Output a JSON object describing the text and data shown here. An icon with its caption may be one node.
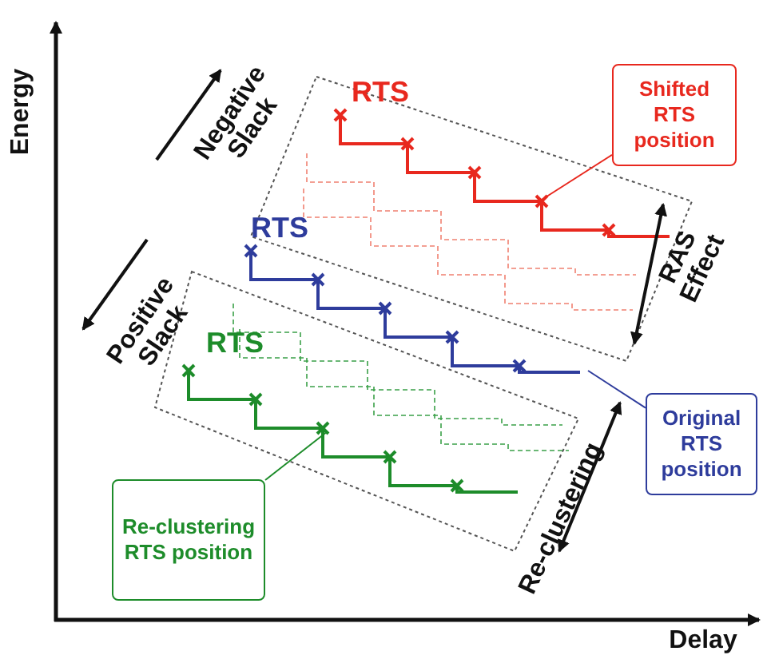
{
  "diagram": {
    "nodes": [
      {
        "text": [
          "Shifted RTS position"
        ]
      },
      {
        "text": [
          "Original RTS position"
        ]
      },
      {
        "text": [
          "Re-clustering RTS position"
        ]
      },
      {
        "text": [],
        "shape": "staircase",
        "beside": [
          "RTS"
        ]
      },
      {
        "text": [],
        "shape": "staircase",
        "beside": [
          "RTS"
        ]
      },
      {
        "text": [],
        "shape": "staircase",
        "beside": [
          "RTS"
        ]
      }
    ],
    "edges": [
      {
        "from": 0,
        "to": 3,
        "arrow": "none",
        "color": "#e8281e"
      },
      {
        "from": 1,
        "to": 4,
        "arrow": "none",
        "color": "#2e3c9c"
      },
      {
        "from": 2,
        "to": 5,
        "arrow": "none",
        "color": "#1d8c2a"
      }
    ],
    "labels": [
      "Energy",
      "Negative Slack",
      "Positive Slack",
      "RAS Effect",
      "Re-clustering",
      "Delay"
    ]
  }
}
